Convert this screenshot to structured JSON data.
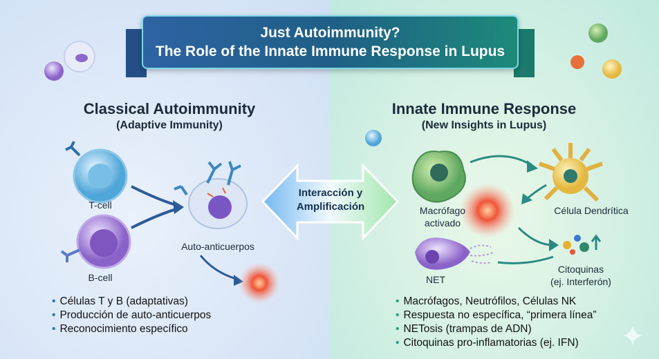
{
  "title": {
    "line1": "Just Autoimmunity?",
    "line2": "The Role of the Innate Immune Response in Lupus"
  },
  "left": {
    "heading": "Classical Autoimmunity",
    "subheading": "(Adaptive Immunity)",
    "labels": {
      "tcell": "T-cell",
      "bcell": "B-cell",
      "autoantibodies": "Auto-anticuerpos"
    },
    "bullets": [
      "Células T y B (adaptativas)",
      "Producción de auto-anticuerpos",
      "Reconocimiento específico"
    ]
  },
  "center": {
    "line1": "Interacción y",
    "line2": "Amplificación"
  },
  "right": {
    "heading": "Innate Immune Response",
    "subheading": "(New Insights in Lupus)",
    "labels": {
      "macrophage1": "Macrófago",
      "macrophage2": "activado",
      "dendritic": "Célula Dendrítica",
      "net": "NET",
      "cytokines1": "Citoquinas",
      "cytokines2": "(ej. Interferón)"
    },
    "bullets": [
      "Macrófagos, Neutrófilos, Células NK",
      "Respuesta no específica, “primera línea”",
      "NETosis (trampas de ADN)",
      "Citoquinas pro-inflamatorias (ej. IFN)"
    ]
  },
  "colors": {
    "banner_left": "#2e63a3",
    "banner_right": "#1d8a7a",
    "accent_blue": "#2e6ea8",
    "accent_green": "#2a9a80"
  }
}
